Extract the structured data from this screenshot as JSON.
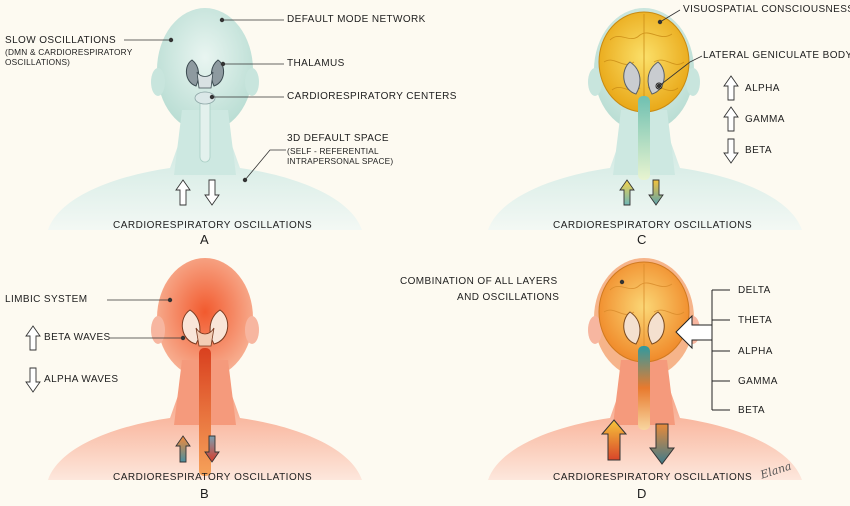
{
  "panelA": {
    "label_dmn": "DEFAULT MODE NETWORK",
    "label_slow_1": "SLOW OSCILLATIONS",
    "label_slow_2": "(DMN & CARDIORESPIRATORY",
    "label_slow_3": "OSCILLATIONS)",
    "label_thalamus": "THALAMUS",
    "label_cardio_centers": "CARDIORESPIRATORY CENTERS",
    "label_space_1": "3D DEFAULT SPACE",
    "label_space_2": "(SELF - REFERENTIAL",
    "label_space_3": "INTRAPERSONAL SPACE)",
    "caption": "CARDIORESPIRATORY OSCILLATIONS",
    "letter": "A",
    "tint": "#cfe9e2"
  },
  "panelB": {
    "label_limbic": "LIMBIC SYSTEM",
    "label_beta": "BETA WAVES",
    "label_alpha": "ALPHA WAVES",
    "caption": "CARDIORESPIRATORY OSCILLATIONS",
    "letter": "B",
    "tint": "#f4805a"
  },
  "panelC": {
    "label_visuo": "VISUOSPATIAL CONSCIOUSNESS",
    "label_lgb": "LATERAL GENICULATE BODY",
    "label_alpha": "ALPHA",
    "label_gamma": "GAMMA",
    "label_beta": "BETA",
    "caption": "CARDIORESPIRATORY OSCILLATIONS",
    "letter": "C",
    "tint": "#f5cc3a"
  },
  "panelD": {
    "label_combo_1": "COMBINATION OF ALL LAYERS",
    "label_combo_2": "AND OSCILLATIONS",
    "bands": [
      "DELTA",
      "THETA",
      "ALPHA",
      "GAMMA",
      "BETA"
    ],
    "caption": "CARDIORESPIRATORY OSCILLATIONS",
    "letter": "D",
    "signature": "Elana"
  }
}
